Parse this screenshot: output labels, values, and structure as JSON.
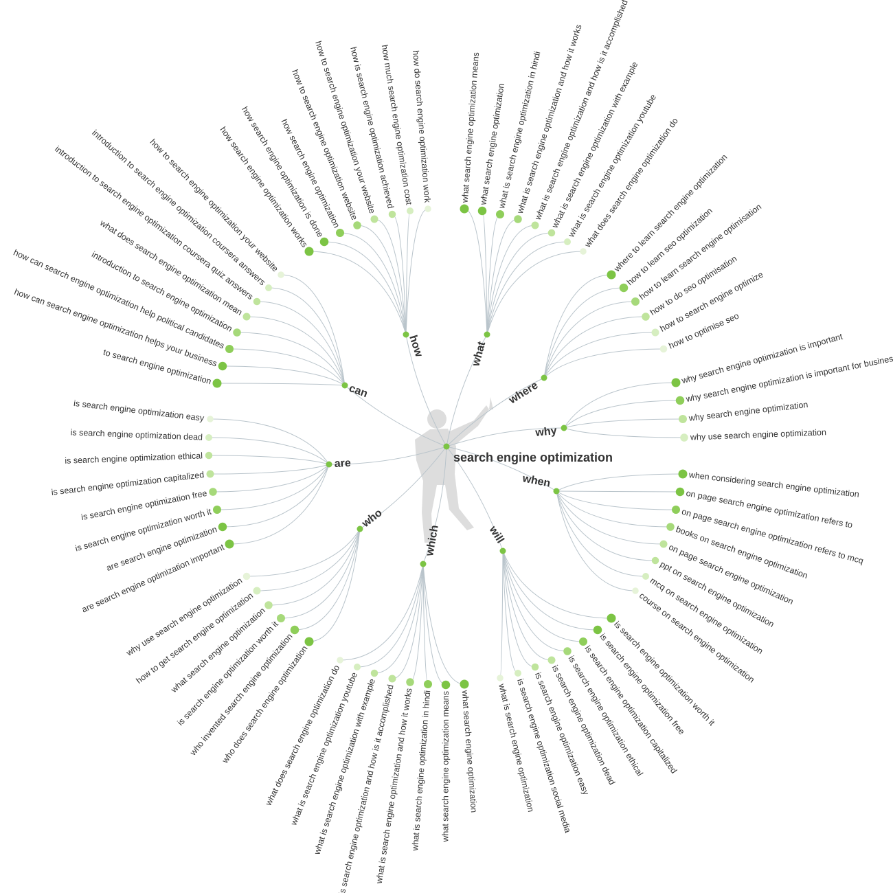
{
  "root": {
    "label": "search engine optimization",
    "color": "#7cc444"
  },
  "palette": [
    "#7cc444",
    "#8fce5a",
    "#a6d97a",
    "#bfe49c",
    "#d6eec0",
    "#e6f3d8"
  ],
  "line_color": "#b9c4cb",
  "branches": [
    {
      "hub": "how",
      "leaves": [
        "how search engine optimization works",
        "how search engine optimization is done",
        "how search engine optimization",
        "how to search engine optimization website",
        "how to search engine optimization your website",
        "how is search engine optimization achieved",
        "how much search engine optimization cost",
        "how do search engine optimization work"
      ]
    },
    {
      "hub": "what",
      "leaves": [
        "what search engine optimization means",
        "what search engine optimization",
        "what is search engine optimization in hindi",
        "what is search engine optimization and how it works",
        "what is search engine optimization and how is it accomplished",
        "what is search engine optimization with example",
        "what is search engine optimization youtube",
        "what does search engine optimization do"
      ]
    },
    {
      "hub": "where",
      "leaves": [
        "where to learn search engine optimization",
        "how to learn seo optimization",
        "how to learn search engine optimisation",
        "how to do seo optimisation",
        "how to search engine optimize",
        "how to optimise seo"
      ]
    },
    {
      "hub": "why",
      "leaves": [
        "why search engine optimization is important",
        "why search engine optimization is important for business",
        "why search engine optimization",
        "why use search engine optimization"
      ]
    },
    {
      "hub": "when",
      "leaves": [
        "when considering search engine optimization",
        "on page search engine optimization refers to",
        "on page search engine optimization refers to mcq",
        "books on search engine optimization",
        "on page search engine optimization",
        "ppt on search engine optimization",
        "mcq on search engine optimization",
        "course on search engine optimization"
      ]
    },
    {
      "hub": "will",
      "leaves": [
        "is search engine optimization worth it",
        "is search engine optimization free",
        "is search engine optimization capitalized",
        "is search engine optimization ethical",
        "is search engine optimization dead",
        "is search engine optimization easy",
        "is search engine optimization social media",
        "what is search engine optimization"
      ]
    },
    {
      "hub": "which",
      "leaves": [
        "what search engine optimization",
        "what search engine optimization means",
        "what is search engine optimization in hindi",
        "what is search engine optimization and how it works",
        "what is search engine optimization and how is it accomplished",
        "what is search engine optimization with example",
        "what is search engine optimization youtube",
        "what does search engine optimization do"
      ]
    },
    {
      "hub": "who",
      "leaves": [
        "who does search engine optimization",
        "who invented search engine optimization",
        "is search engine optimization worth it",
        "what search engine optimization",
        "how to get search engine optimization",
        "why use search engine optimization"
      ]
    },
    {
      "hub": "are",
      "leaves": [
        "are search engine optimization important",
        "are search engine optimization",
        "is search engine optimization worth it",
        "is search engine optimization free",
        "is search engine optimization capitalized",
        "is search engine optimization ethical",
        "is search engine optimization dead",
        "is search engine optimization easy"
      ]
    },
    {
      "hub": "can",
      "leaves": [
        "to search engine optimization",
        "how can search engine optimization helps your business",
        "how can search engine optimization help political candidates",
        "introduction to search engine optimization",
        "what does search engine optimization mean",
        "introduction to search engine optimization coursera quiz answers",
        "introduction to search engine optimization coursera answers",
        "how to search engine optimization your website"
      ]
    }
  ]
}
